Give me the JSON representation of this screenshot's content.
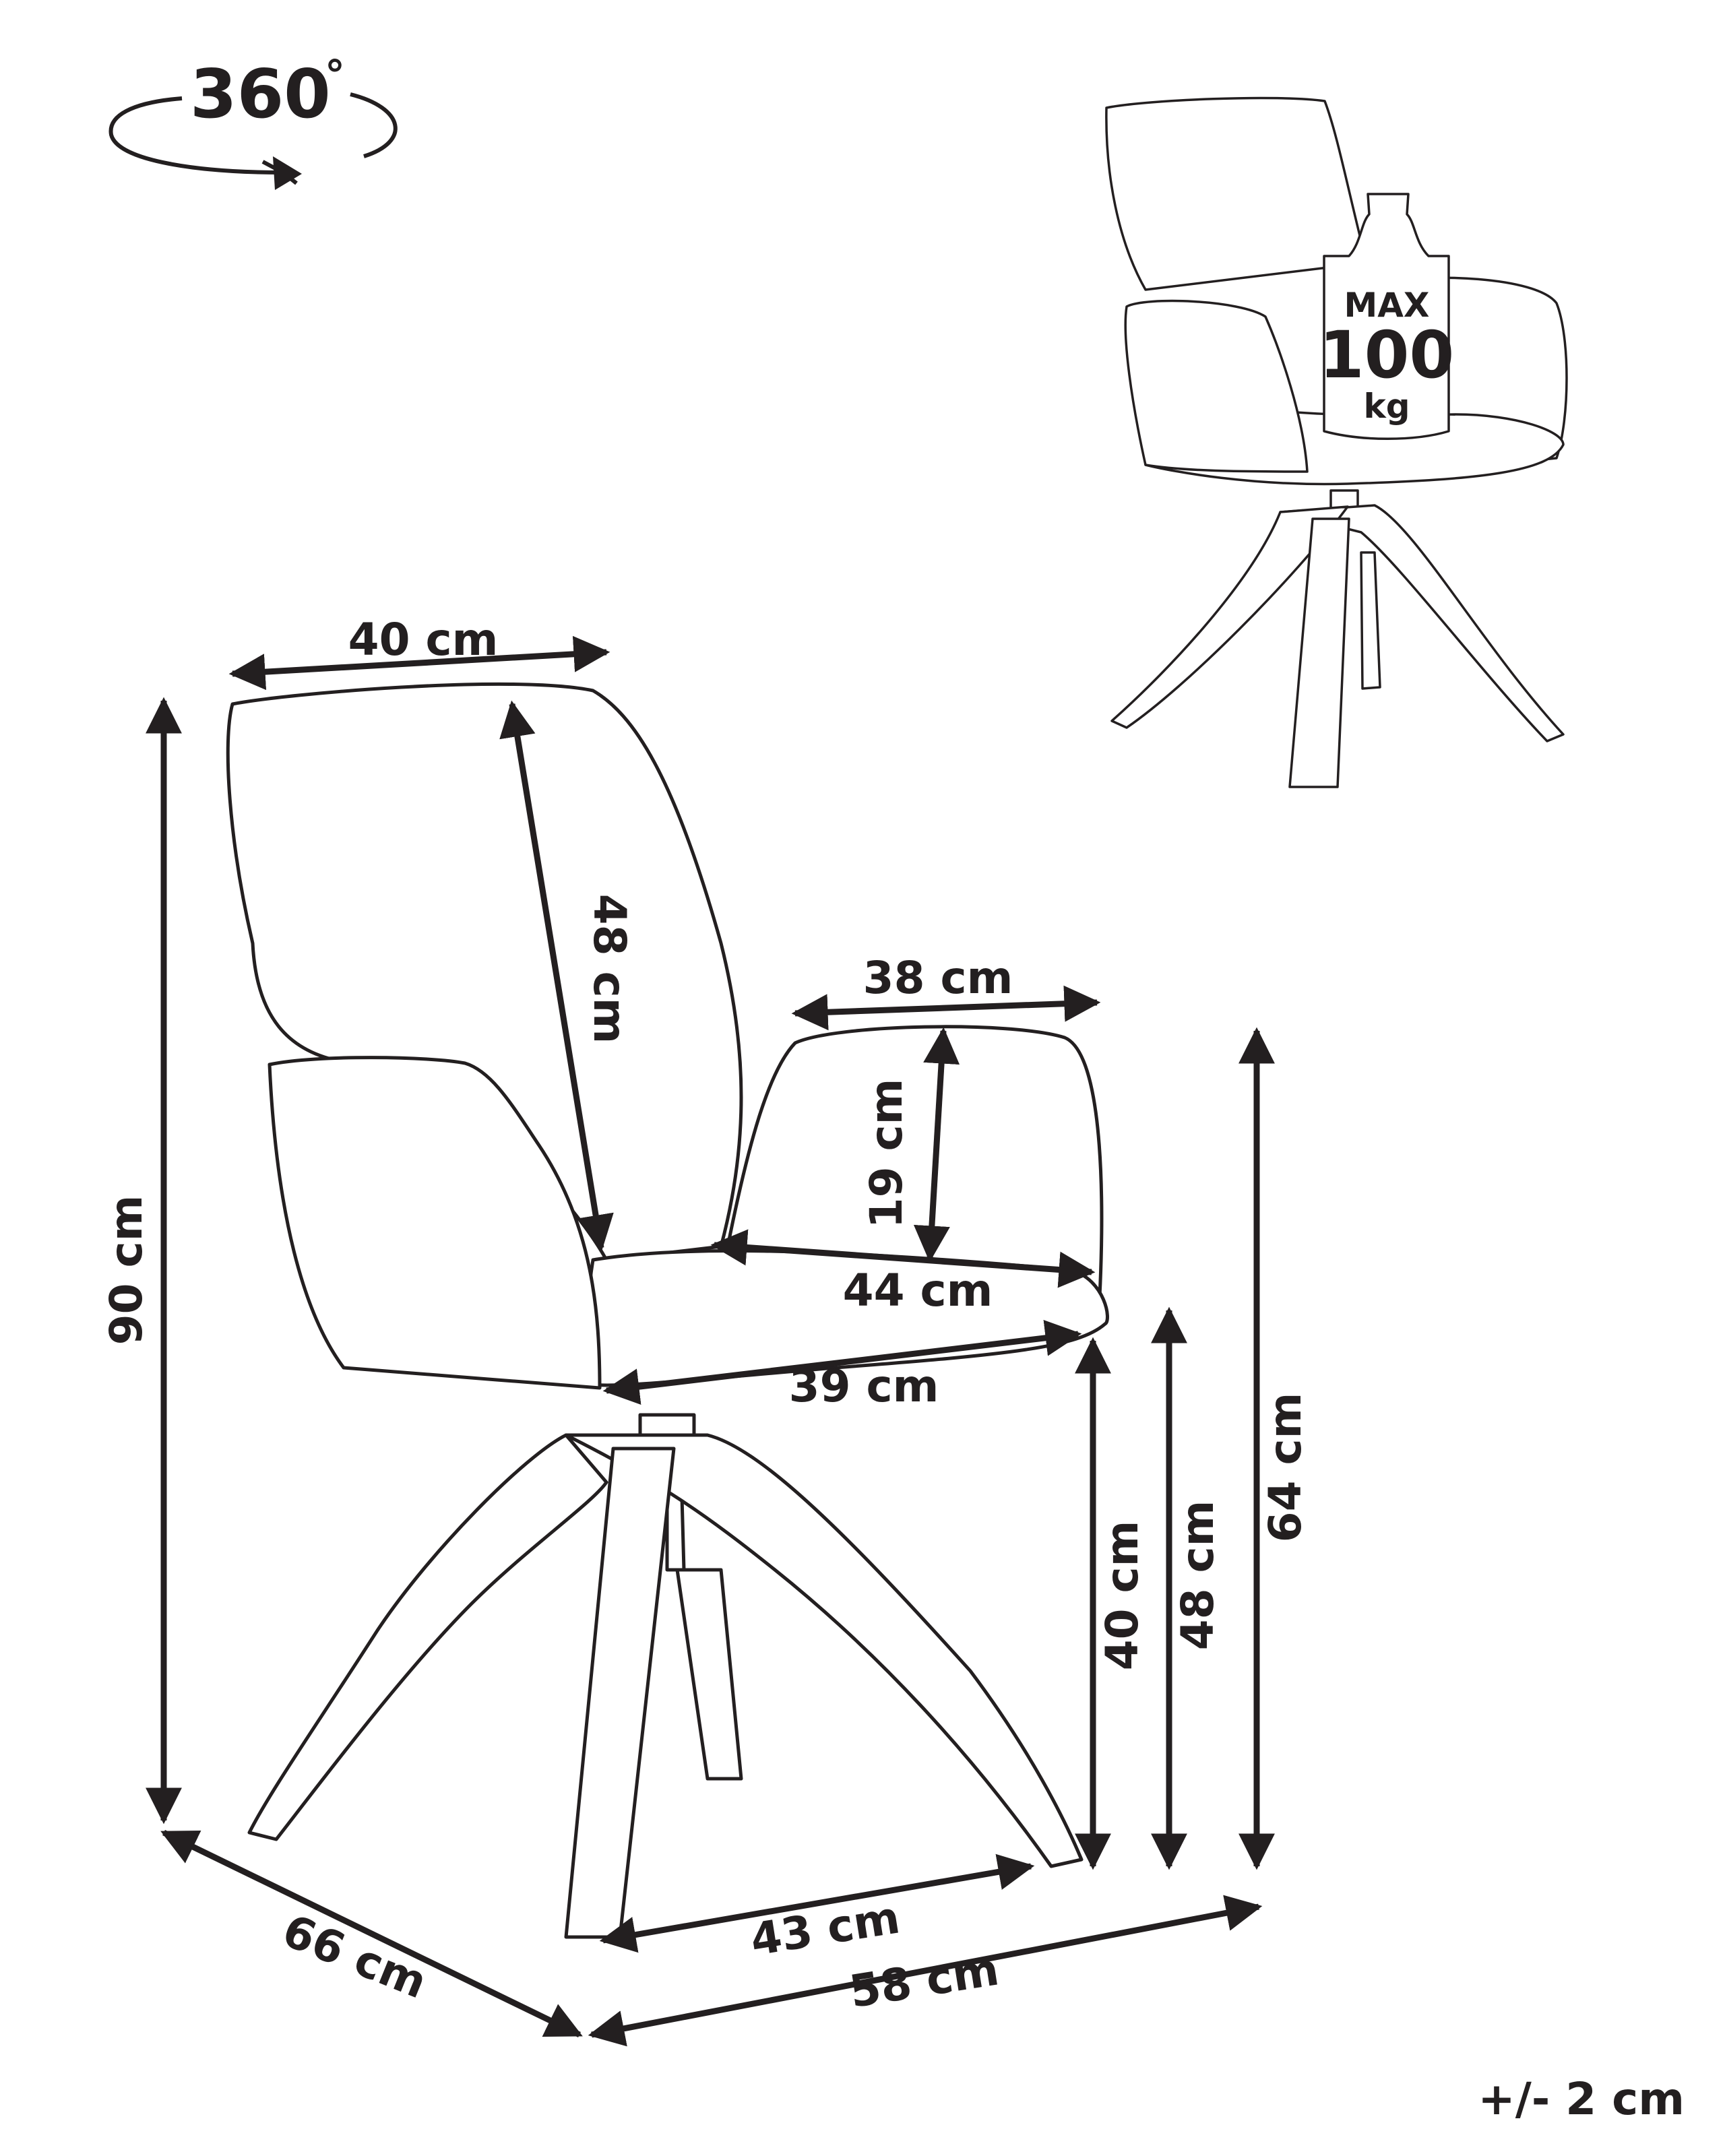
{
  "rotation": {
    "text": "360",
    "degree": "°"
  },
  "capacity": {
    "line1": "MAX",
    "line2": "100",
    "line3": "kg"
  },
  "dimensions": {
    "back_width": "40 cm",
    "back_height": "48 cm",
    "armrest_width": "38 cm",
    "armrest_height": "19 cm",
    "seat_depth": "44 cm",
    "seat_width": "39 cm",
    "total_height": "90 cm",
    "arm_height": "64 cm",
    "seat_height_front": "48 cm",
    "leg_height": "40 cm",
    "total_depth": "66 cm",
    "total_width": "58 cm",
    "leg_span": "43 cm"
  },
  "tolerance": "+/- 2 cm"
}
